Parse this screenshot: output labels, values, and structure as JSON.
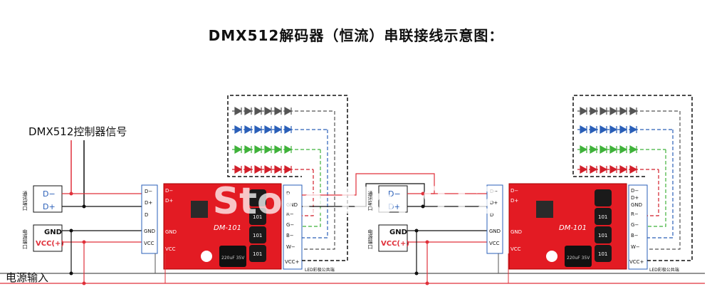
{
  "title": "DMX512解码器（恒流）串联接线示意图：",
  "signal_label": "DMX512控制器信号",
  "power_label": "电源输入",
  "comm_port_label": "通讯端口",
  "power_port_label": "电源端口",
  "led_common_label": "LED彩极公共端",
  "watermark": "Store No. 912",
  "left_terminals": [
    "D−",
    "D+",
    "GND",
    "VCC(+)"
  ],
  "input_pins": [
    "D−",
    "D+",
    "D",
    "GND",
    "VCC"
  ],
  "output_pins": [
    "D−",
    "D+",
    "GND",
    "R−",
    "G−",
    "B−",
    "W−",
    "VCC+"
  ],
  "output_pins_left": [
    "D",
    "GND",
    "R−",
    "G−",
    "B−",
    "W−",
    "VCC+"
  ],
  "board": {
    "model": "DM-101",
    "cap_text": "220uF 35V",
    "inductor_text": "101",
    "pad_labels": [
      "D−",
      "D+",
      "GND",
      "VCC"
    ]
  },
  "led_colors": {
    "row1": "#555555",
    "row2": "#2a5fb8",
    "row3": "#3fb23a",
    "row4": "#d21f2a"
  },
  "wire_colors": {
    "red": "#e0303a",
    "black": "#111111",
    "blue": "#3366cc"
  }
}
